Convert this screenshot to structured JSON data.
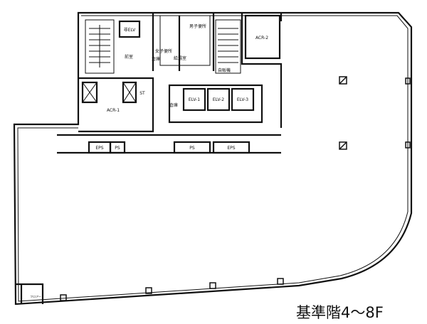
{
  "caption": "基準階4〜8F",
  "rooms": {
    "elv_emergency": "非ELV",
    "anteroom": "前室",
    "womens_wc": "女子便所",
    "mens_wc": "男子便所",
    "kitchenette": "給湯室",
    "storage": "倉庫",
    "vending": "自販機",
    "acr1": "ACR-1",
    "acr2": "ACR-2",
    "st": "ST",
    "storage2": "倉庫",
    "elv1": "ELV-1",
    "elv2": "ELV-2",
    "elv3": "ELV-3",
    "eps1": "EPS",
    "ps1": "PS",
    "ps2": "PS",
    "eps2": "EPS",
    "small_room": "フロアー"
  }
}
